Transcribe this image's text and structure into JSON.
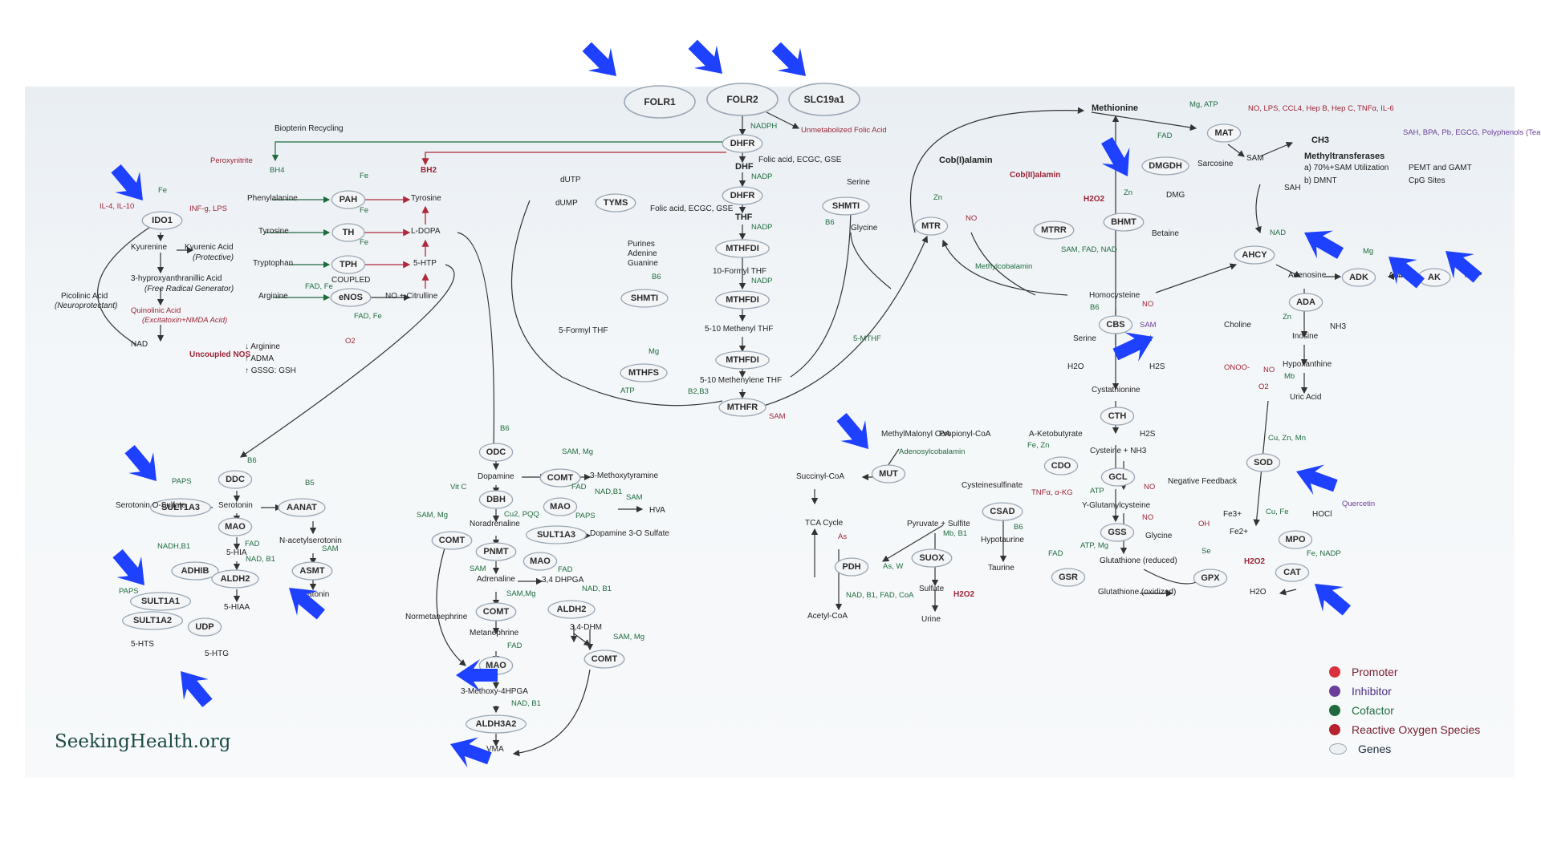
{
  "brand": "SeekingHealth.org",
  "legend": [
    {
      "label": "Promoter",
      "color": "#d9303e"
    },
    {
      "label": "Inhibitor",
      "color": "#6b3f99"
    },
    {
      "label": "Cofactor",
      "color": "#1f6b3e"
    },
    {
      "label": "Reactive Oxygen Species",
      "color": "#b8202e"
    },
    {
      "label": "Genes",
      "color": "#eef1f4"
    }
  ],
  "transporters": {
    "folr1": "FOLR1",
    "folr2": "FOLR2",
    "slc19a1": "SLC19a1"
  },
  "genes": {
    "ido1": "IDO1",
    "pah": "PAH",
    "th": "TH",
    "tph": "TPH",
    "enos": "eNOS",
    "ddc": "DDC",
    "sult1a3": "SULT1A3",
    "aanat": "AANAT",
    "mao1": "MAO",
    "adhib": "ADHIB",
    "aldh2a": "ALDH2",
    "asmt": "ASMT",
    "sult1a1": "SULT1A1",
    "sult1a2": "SULT1A2",
    "udp": "UDP",
    "tyms": "TYMS",
    "dhfr1": "DHFR",
    "dhfr2": "DHFR",
    "shmti1": "SHMTI",
    "shmti2": "SHMTI",
    "mthfdi1": "MTHFDI",
    "mthfdi2": "MTHFDI",
    "mthfdi3": "MTHFDI",
    "mthfs": "MTHFS",
    "mthfr": "MTHFR",
    "odc": "ODC",
    "dbh": "DBH",
    "comt1": "COMT",
    "mao2": "MAO",
    "comt2": "COMT",
    "pnmt": "PNMT",
    "mao3": "MAO",
    "sult1a3b": "SULT1A3",
    "comt3": "COMT",
    "aldh2b": "ALDH2",
    "mao4": "MAO",
    "comt4": "COMT",
    "aldh3a2": "ALDH3A2",
    "mtr": "MTR",
    "mtrr": "MTRR",
    "mat": "MAT",
    "dmgdh": "DMGDH",
    "bhmt": "BHMT",
    "ahcy": "AHCY",
    "cbs": "CBS",
    "cth": "CTH",
    "mut": "MUT",
    "cdo": "CDO",
    "gcl": "GCL",
    "csad": "CSAD",
    "gss": "GSS",
    "suox": "SUOX",
    "pdh": "PDH",
    "gsr": "GSR",
    "gpx": "GPX",
    "ada": "ADA",
    "adk": "ADK",
    "ak": "AK",
    "sod": "SOD",
    "mpo": "MPO",
    "cat": "CAT"
  },
  "metabolites": {
    "biopterin": "Biopterin Recycling",
    "peroxynitrite": "Peroxynitrite",
    "bh4": "BH4",
    "bh2": "BH2",
    "phenylalanine": "Phenylalanine",
    "tyrosine1": "Tyrosine",
    "tyrosine2": "Tyrosine",
    "ldopa": "L-DOPA",
    "tryptophan": "Tryptophan",
    "htp5": "5-HTP",
    "arginine": "Arginine",
    "coupled": "COUPLED",
    "no_citrulline": "NO + Citrulline",
    "kyurenine": "Kyurenine",
    "kyurenic": "Kyurenic Acid",
    "protective": "(Protective)",
    "hydroxy": "3-hyproxyanthranillic Acid",
    "freerad": "(Free Radical Generator)",
    "picolinic": "Picolinic Acid",
    "neuroprot": "(Neuroprotectant)",
    "quinolinic": "Quinolinic Acid",
    "excito": "(Excitatoxin+NMDA Acid)",
    "nad": "NAD",
    "uncoupled": "Uncoupled NOS",
    "arg_dn": "↓ Arginine",
    "adma": "↑ ADMA",
    "gssg": "↑ GSSG: GSH",
    "o2a": "O2",
    "serotonin": "Serotonin",
    "ser_sulf": "Serotonin O-Sulfate",
    "nacetyl": "N-acetylserotonin",
    "melatonin": "Melatonin",
    "hia5": "5-HIA",
    "hiaa5": "5-HIAA",
    "hts5": "5-HTS",
    "htg5": "5-HTG",
    "dutp": "dUTP",
    "dump": "dUMP",
    "purines": "Purines",
    "adenine": "Adenine",
    "guanine": "Guanine",
    "formylthf5": "5-Formyl THF",
    "dhf": "DHF",
    "thf": "THF",
    "formylthf10": "10-Formyl THF",
    "methenyl": "5-10 Methenyl THF",
    "methylene": "5-10 Methenylene THF",
    "mthf5": "5-MTHF",
    "unmetab": "Unmetabolized Folic Acid",
    "folic1": "Folic acid, ECGC, GSE",
    "folic2": "Folic acid, ECGC, GSE",
    "serine1": "Serine",
    "glycine1": "Glycine",
    "dopamine": "Dopamine",
    "methoxytyr": "3-Methoxytyramine",
    "hva": "HVA",
    "dop_sulf": "Dopamine 3-O Sulfate",
    "noradrenaline": "Noradrenaline",
    "adrenaline": "Adrenaline",
    "dhpga": "3,4 DHPGA",
    "dhm": "3,4-DHM",
    "normetaneph": "Normetanephrine",
    "metaneph": "Metanephrine",
    "methoxy4": "3-Methoxy-4HPGA",
    "vma": "VMA",
    "methionine": "Methionine",
    "sam1": "SAM",
    "sah": "SAH",
    "methyltrans": "Methyltransferases",
    "mt_a": "a) 70%+SAM Utilization",
    "mt_b": "b) DMNT",
    "pemt": "PEMT and GAMT",
    "cpg": "CpG Sites",
    "ch3": "CH3",
    "sarcosine": "Sarcosine",
    "dmg": "DMG",
    "betaine": "Betaine",
    "choline": "Choline",
    "homocysteine": "Homocysteine",
    "adenosine": "Adenosine",
    "amp1": "AMP",
    "amp2": "AMP",
    "inosine": "Inosine",
    "nh3a": "NH3",
    "hypoxanthine": "Hypoxanthine",
    "uric": "Uric Acid",
    "onoo": "ONOO-",
    "o2b": "O2",
    "cobalamin1": "Cob(I)alamin",
    "cobalamin2": "Cob(II)alamin",
    "methylcob": "Methylcobalamin",
    "serine2": "Serine",
    "cyst": "Cyst",
    "h2oa": "H2O",
    "h2s1": "H2S",
    "cystathionine": "Cystathionine",
    "h2s2": "H2S",
    "mmcoa": "MethylMalonyl CoA",
    "propcoa": "Propionyl-CoA",
    "ketobut": "A-Ketobutyrate",
    "adocob": "Adenosylcobalamin",
    "succcoa": "Succinyl-CoA",
    "tca": "TCA Cycle",
    "cysteine_nh3": "Cysteine + NH3",
    "cysteinesulf": "Cysteinesulfinate",
    "ygc": "Y-Glutamylcysteine",
    "negfb": "Negative Feedback",
    "pyruvate": "Pyruvate + Sulfite",
    "hypotaurine": "Hypotaurine",
    "taurine": "Taurine",
    "sulfate": "Sulfate",
    "urine": "Urine",
    "glycine2": "Glycine",
    "gsh": "Glutathione (reduced)",
    "gssg2": "Glutathione (oxidized)",
    "acetylcoa": "Acetyl-CoA",
    "h2o2a": "H2O2",
    "h2o2b": "H2O2",
    "h2o2c": "H2O2",
    "h2ob": "H2O",
    "hocl": "HOCl",
    "fe3": "Fe3+",
    "fe2": "Fe2+",
    "oh": "OH"
  },
  "cofactors": {
    "fe1": "Fe",
    "fe2": "Fe",
    "fe3": "Fe",
    "fe4": "Fe",
    "fadfe": "FAD, Fe",
    "fadfe2": "FAD, Fe",
    "b6a": "B6",
    "b6b": "B6",
    "b6c": "B6",
    "b6d": "B6",
    "b6e": "B6",
    "paps1": "PAPS",
    "paps2": "PAPS",
    "paps3": "PAPS",
    "nadhb1": "NADH,B1",
    "fad1": "FAD",
    "nadb1a": "NAD, B1",
    "sam_a": "SAM",
    "b5": "B5",
    "nadph1": "NADPH",
    "nadp1": "NADP",
    "nadp2": "NADP",
    "nadp3": "NADP",
    "b6f": "B6",
    "mg1": "Mg",
    "atp1": "ATP",
    "b2b3": "B2,B3",
    "samg1": "SAM, Mg",
    "vitc": "Vit C",
    "cupqq": "Cu2, PQQ",
    "samg2": "SAM, Mg",
    "fad2": "FAD",
    "nadb1b": "NAD,B1",
    "sam_b": "SAM",
    "sam_c": "SAM",
    "sammg3": "SAM,Mg",
    "fad3": "FAD",
    "nadb1c": "NAD, B1",
    "fad4": "FAD",
    "samg4": "SAM, Mg",
    "nadb1d": "NAD, B1",
    "mgatp": "Mg, ATP",
    "fad5": "FAD",
    "zn1": "Zn",
    "zn2": "Zn",
    "samfadnad": "SAM, FAD, NAD",
    "nad2": "NAD",
    "mg2": "Mg",
    "zn3": "Zn",
    "mb": "Mb",
    "b6g": "B6",
    "fezn": "Fe, Zn",
    "atp2": "ATP",
    "atpmg": "ATP, Mg",
    "fad6": "FAD",
    "se": "Se",
    "cuznmn": "Cu, Zn, Mn",
    "cufe": "Cu, Fe",
    "fenadp": "Fe, NADP",
    "mbb1": "Mb, B1",
    "asw": "As, W",
    "b6h": "B6",
    "nadb1fad": "NAD, B1, FAD, CoA"
  },
  "inhibitors": {
    "il4": "IL-4, IL-10",
    "infg": "INF-g, LPS",
    "no1": "NO",
    "nolps": "NO, LPS, CCL4, Hep B, Hep C, TNFα, IL-6",
    "sah_inh": "SAH, BPA, Pb, EGCG, Polyphenols (Tea & Coffee), Chlorogenic Acid",
    "no2": "NO",
    "no3": "NO",
    "tnfa": "TNFα, α-KG",
    "no4": "NO",
    "no5": "NO",
    "quercetin": "Quercetin",
    "as": "As",
    "sam_inh": "SAM",
    "sam_inh2": "SAM"
  }
}
